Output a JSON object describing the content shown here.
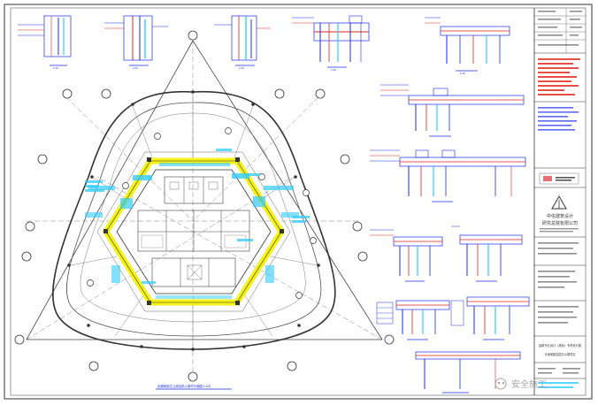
{
  "drawing": {
    "plan_caption": "走廊局部正立面及防火卷帘平面图 1:100",
    "company_name_line1": "中信建筑设计",
    "company_name_line2": "研究总院有限公司",
    "project_block_label": "建筑专业设计（规划）专项设计图",
    "project_sub_label": "天津某超高层办公楼项目",
    "watermark": "安全施工"
  },
  "colors": {
    "core_yellow": "#f4f214",
    "core_cyan": "#33ccff",
    "detail_blue": "#1a2cf0",
    "detail_red": "#e0231c",
    "frame": "#333333"
  }
}
